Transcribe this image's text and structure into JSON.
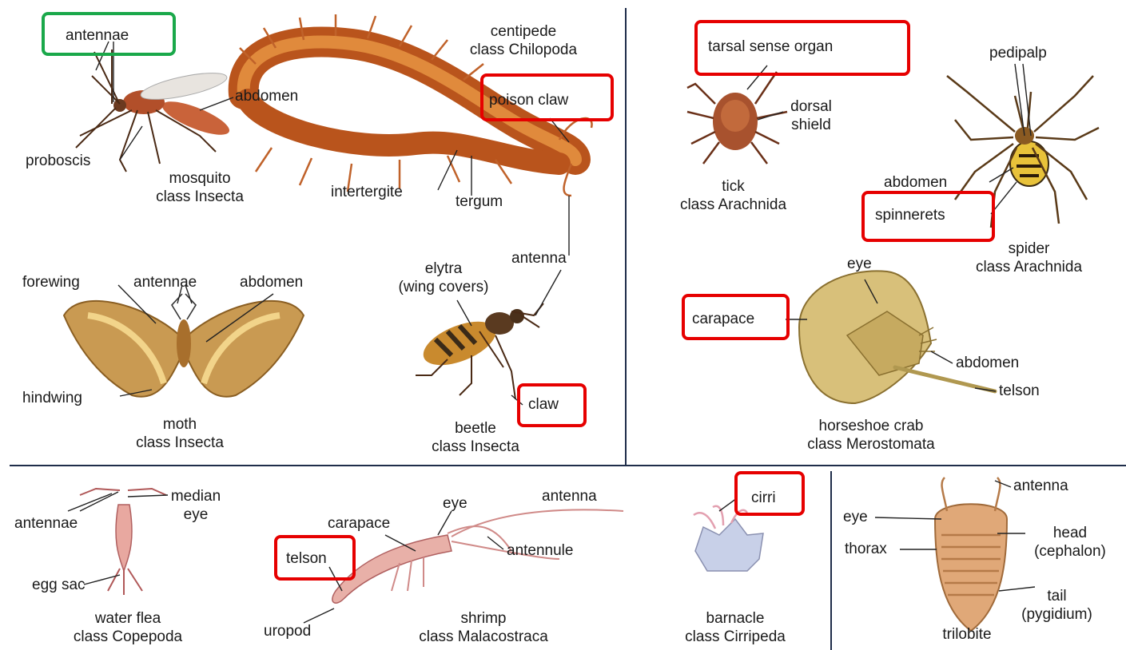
{
  "panels": {
    "mosquito": {
      "name": "mosquito",
      "class": "class Insecta",
      "labels": {
        "antennae": "antennae",
        "abdomen": "abdomen",
        "proboscis": "proboscis"
      }
    },
    "centipede": {
      "name": "centipede",
      "class": "class Chilopoda",
      "labels": {
        "poison_claw": "poison claw",
        "intertergite": "intertergite",
        "tergum": "tergum",
        "antenna": "antenna"
      }
    },
    "moth": {
      "name": "moth",
      "class": "class Insecta",
      "labels": {
        "forewing": "forewing",
        "antennae": "antennae",
        "abdomen": "abdomen",
        "hindwing": "hindwing"
      }
    },
    "beetle": {
      "name": "beetle",
      "class": "class Insecta",
      "labels": {
        "elytra": "elytra",
        "wing_covers": "(wing covers)",
        "claw": "claw"
      }
    },
    "tick": {
      "name": "tick",
      "class": "class Arachnida",
      "labels": {
        "tarsal_sense_organ": "tarsal sense organ",
        "dorsal": "dorsal",
        "shield": "shield"
      }
    },
    "spider": {
      "name": "spider",
      "class": "class Arachnida",
      "labels": {
        "pedipalp": "pedipalp",
        "abdomen": "abdomen",
        "spinnerets": "spinnerets"
      }
    },
    "horseshoe_crab": {
      "name": "horseshoe crab",
      "class": "class Merostomata",
      "labels": {
        "eye": "eye",
        "carapace": "carapace",
        "abdomen": "abdomen",
        "telson": "telson"
      }
    },
    "water_flea": {
      "name": "water flea",
      "class": "class Copepoda",
      "labels": {
        "antennae": "antennae",
        "median": "median",
        "eye": "eye",
        "egg_sac": "egg sac"
      }
    },
    "shrimp": {
      "name": "shrimp",
      "class": "class Malacostraca",
      "labels": {
        "eye": "eye",
        "antenna": "antenna",
        "carapace": "carapace",
        "antennule": "antennule",
        "telson": "telson",
        "uropod": "uropod"
      }
    },
    "barnacle": {
      "name": "barnacle",
      "class": "class Cirripeda",
      "labels": {
        "cirri": "cirri"
      }
    },
    "trilobite": {
      "name": "trilobite",
      "labels": {
        "antenna": "antenna",
        "eye": "eye",
        "head": "head",
        "cephalon": "(cephalon)",
        "thorax": "thorax",
        "tail": "tail",
        "pygidium": "(pygidium)"
      }
    }
  },
  "highlight_colors": {
    "red": "#e60000",
    "green": "#1aa84a"
  }
}
